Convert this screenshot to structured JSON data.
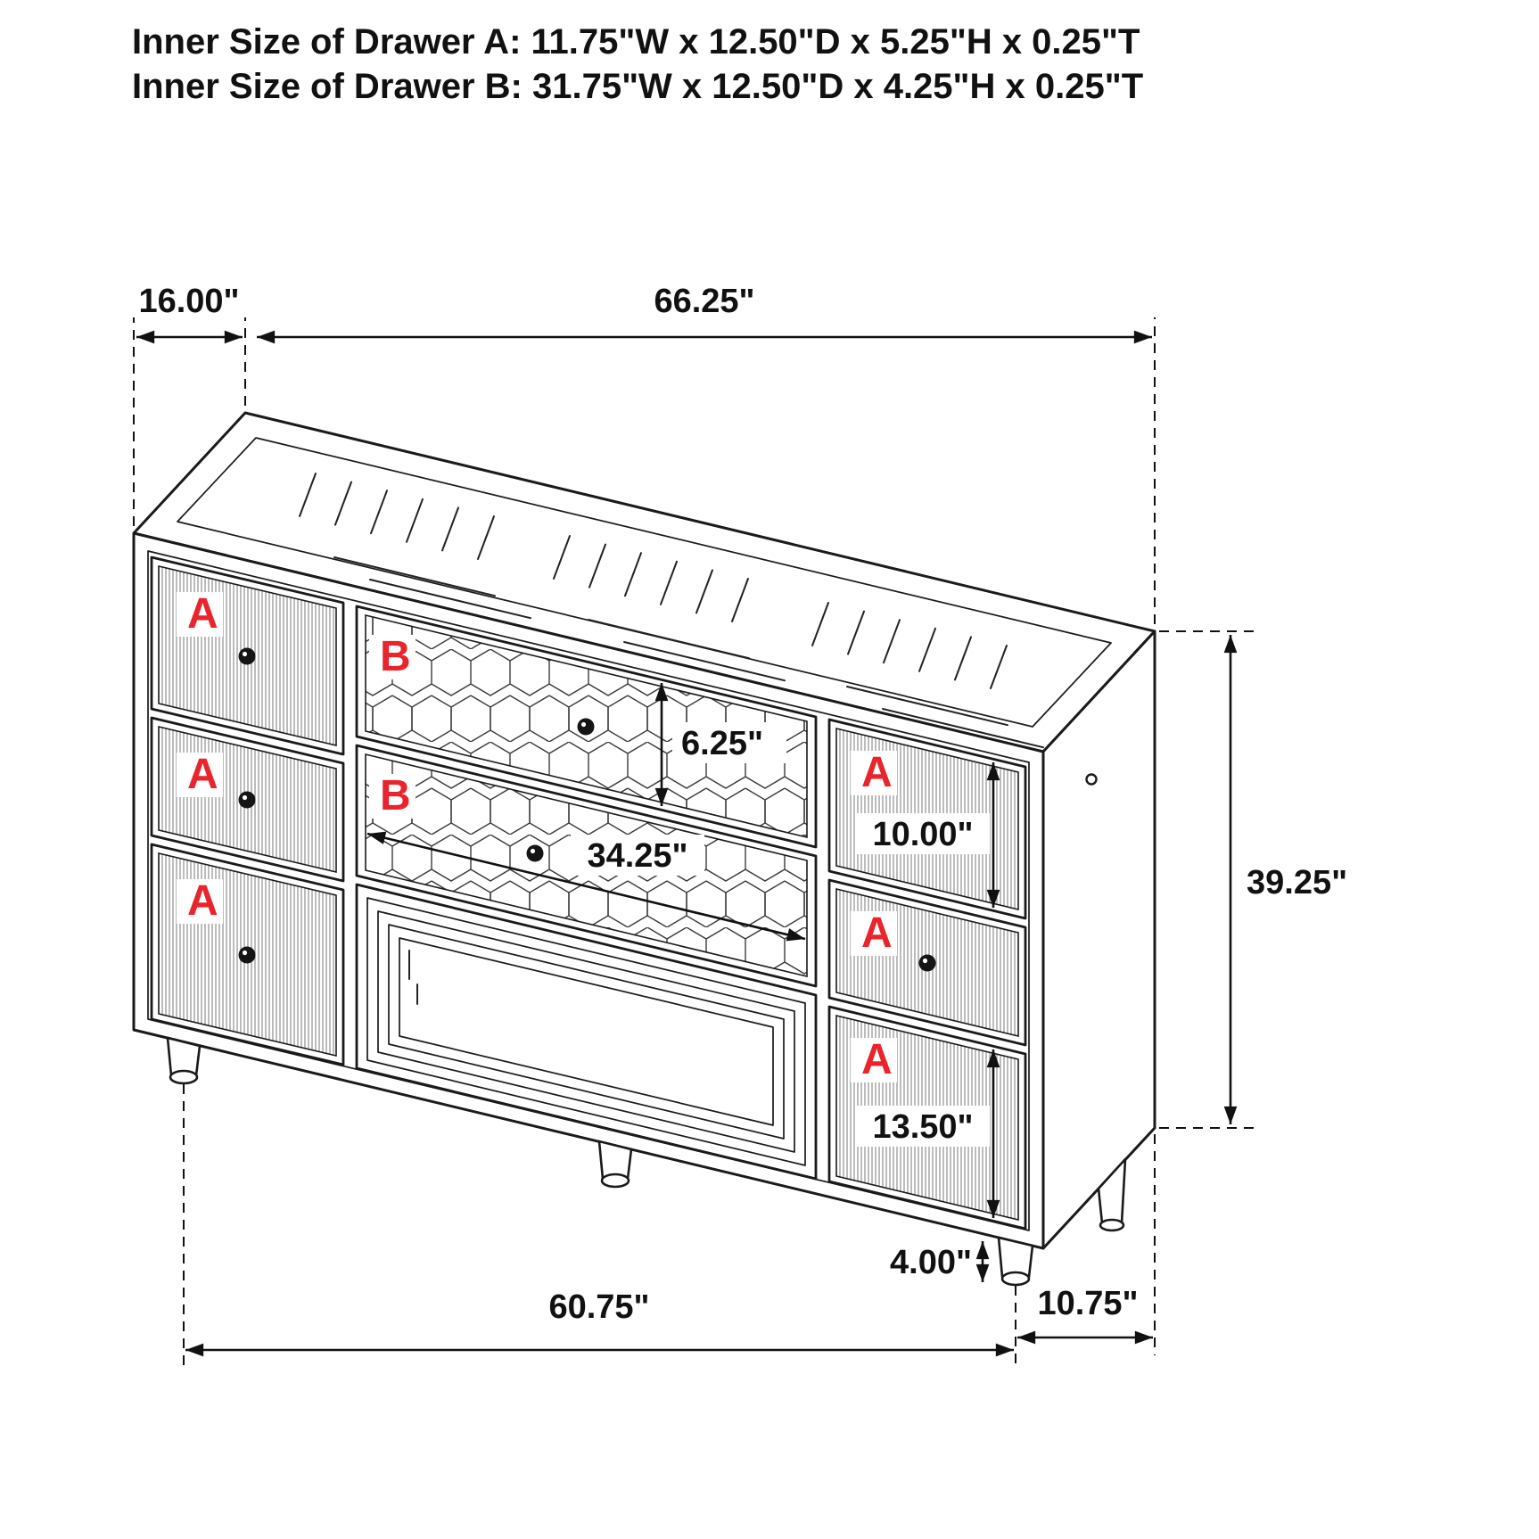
{
  "title": {
    "line1": "Inner Size of Drawer A: 11.75\"W x 12.50\"D x 5.25\"H x 0.25\"T",
    "line2": "Inner Size of Drawer B: 31.75\"W x 12.50\"D x 4.25\"H x 0.25\"T"
  },
  "drawer_labels": {
    "a": "A",
    "b": "B"
  },
  "dimensions": {
    "top_depth": "16.00\"",
    "top_width": "66.25\"",
    "drawer_b_height": "6.25\"",
    "drawer_b_width": "34.25\"",
    "right_top_drawer_height": "10.00\"",
    "overall_height": "39.25\"",
    "right_bottom_drawer_height": "13.50\"",
    "leg_height": "4.00\"",
    "base_width": "60.75\"",
    "base_depth": "10.75\""
  },
  "colors": {
    "line": "#1a1a1a",
    "accent_red": "#e8242c",
    "background": "#ffffff"
  }
}
